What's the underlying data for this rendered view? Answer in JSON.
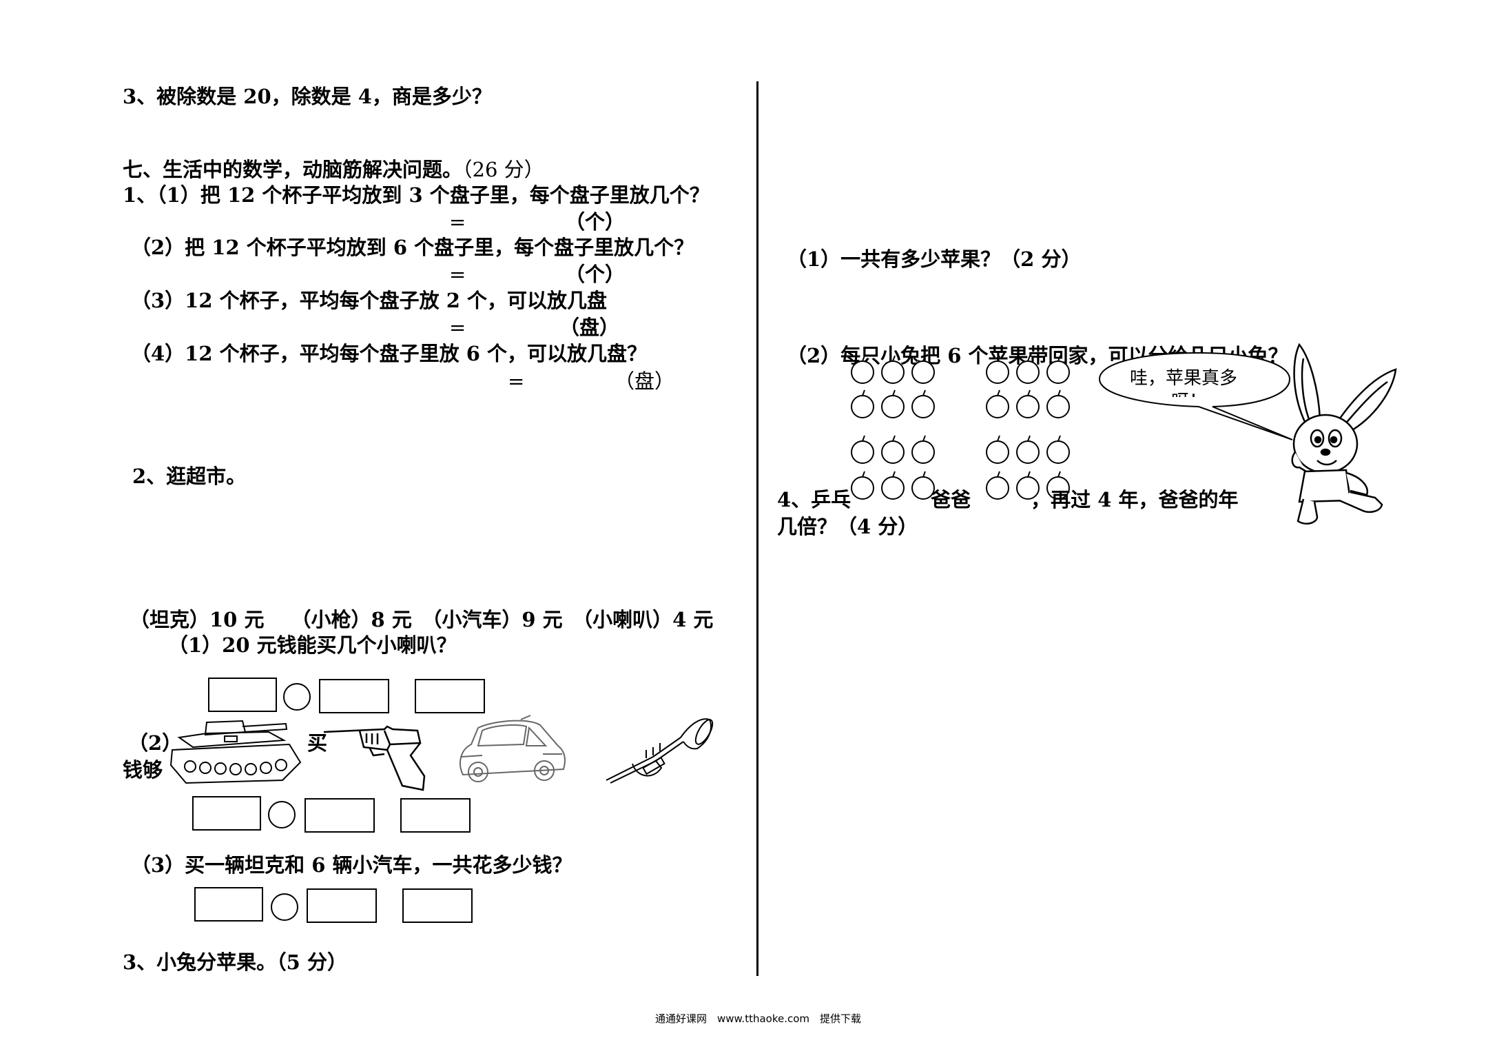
{
  "left": {
    "q3": "3、被除数是 20，除数是 4，商是多少？",
    "section7_title": "七、生活中的数学，动脑筋解决问题。",
    "section7_points": "（26 分）",
    "p1_intro": "1、（1）把 12 个杯子平均放到 3 个盘子里，每个盘子里放几个？",
    "p1_a1_eq": "=",
    "p1_a1_unit": "（个）",
    "p1_q2": "（2）把 12 个杯子平均放到 6 个盘子里，每个盘子里放几个？",
    "p1_a2_eq": "=",
    "p1_a2_unit": "（个）",
    "p1_q3": "（3）12 个杯子，平均每个盘子放 2 个，可以放几盘",
    "p1_a3_eq": "=",
    "p1_a3_unit": "（盘）",
    "p1_q4": "（4）12 个杯子，平均每个盘子里放 6 个，可以放几盘？",
    "p1_a4_eq": "=",
    "p1_a4_unit": "（盘）",
    "p2_title": "2、逛超市。",
    "prices": "（坦克）10 元　 （小枪）8 元　（小汽车）9 元　（小喇叭）4 元",
    "p2_q1": "（1）20 元钱能买几个小喇叭？",
    "p2_q2_prefix": "（2）",
    "p2_q2_mid": "买",
    "p2_q2_line2": "钱够",
    "p2_q3": "（3）买一辆坦克和 6 辆小汽车，一共花多少钱？",
    "p3_title": "3、小兔分苹果。（5 分）"
  },
  "right": {
    "r1": "（1）一共有多少苹果？（2 分）",
    "r2": "（2）每只小兔把 6 个苹果带回家，可以分给几只小兔？",
    "bubble_line1": "哇，苹果真多",
    "bubble_line2": "呀！",
    "q4_line1": "4、乒乓　　　　爸爸　　　，再过 4 年，爸爸的年",
    "q4_line2": "几倍？（4 分）"
  },
  "footer": "通通好课网　www.tthaoke.com　提供下载",
  "icons": [
    "tank-icon",
    "toy-gun-icon",
    "toy-car-icon",
    "trumpet-icon",
    "apple-icon",
    "rabbit-icon"
  ]
}
